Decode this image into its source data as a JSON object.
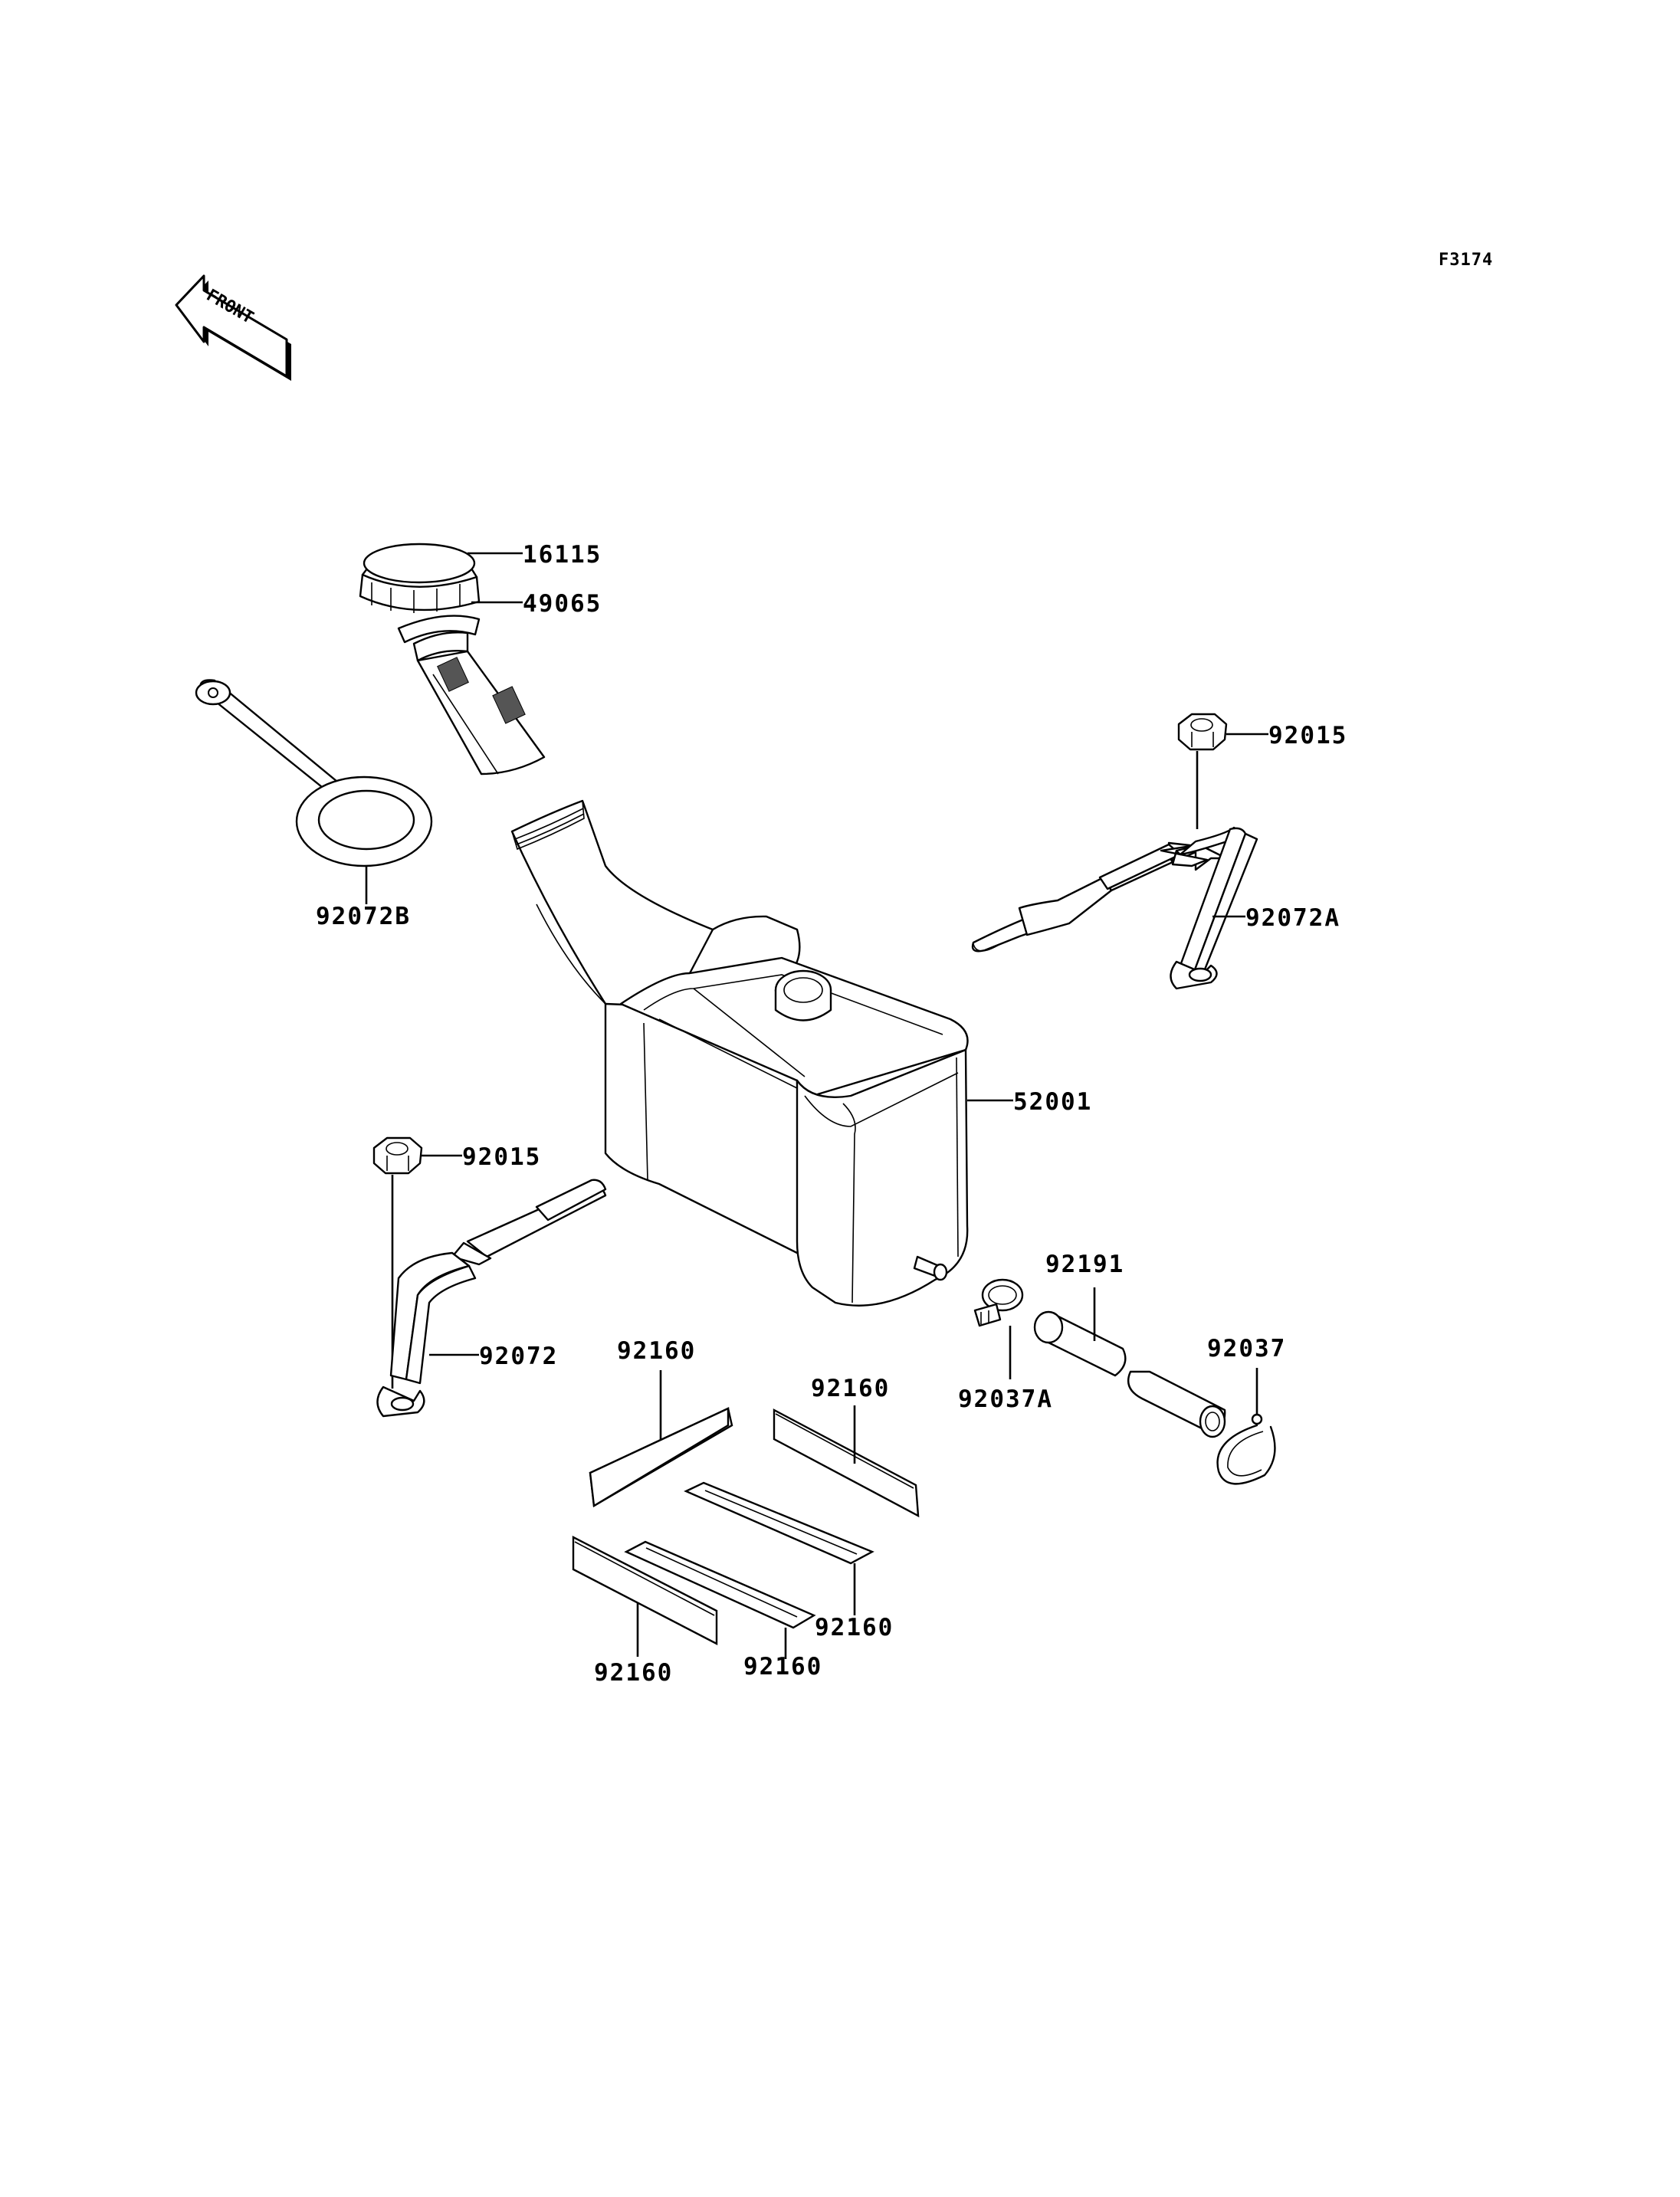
{
  "figure_code": "F3174",
  "front_marker": "FRONT",
  "parts": {
    "cap": "16115",
    "filter": "49065",
    "cap_strap": "92072B",
    "tank": "52001",
    "nut_right": "92015",
    "band_right": "92072A",
    "nut_left": "92015",
    "band_left": "92072",
    "hose": "92191",
    "clamp_a": "92037A",
    "clamp": "92037",
    "pad_1": "92160",
    "pad_2": "92160",
    "pad_3": "92160",
    "pad_4": "92160",
    "pad_5": "92160"
  }
}
